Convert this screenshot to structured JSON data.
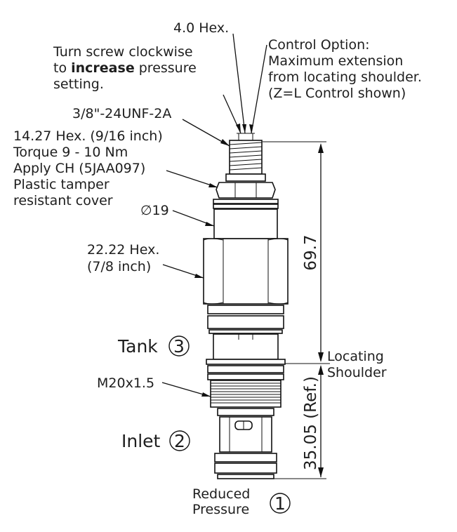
{
  "labels": {
    "hex_top": "4.0 Hex.",
    "turn_screw_line1": "Turn screw clockwise",
    "turn_screw_to": "to ",
    "turn_screw_bold": "increase",
    "turn_screw_rest": " pressure",
    "turn_screw_line3": "setting.",
    "control_line1": "Control Option:",
    "control_line2": "Maximum extension",
    "control_line3": "from locating shoulder.",
    "control_line4": "(Z=L Control shown)",
    "thread_top": "3/8\"-24UNF-2A",
    "hex14_line1": "14.27 Hex. (9/16 inch)",
    "hex14_line2": "Torque 9 - 10 Nm",
    "hex14_line3": "Apply CH (5JAA097)",
    "hex14_line4": "Plastic tamper",
    "hex14_line5": "resistant cover",
    "dia19": "∅19",
    "hex22_line1": "22.22 Hex.",
    "hex22_line2": "(7/8 inch)",
    "tank": "Tank",
    "tank_port": "3",
    "thread_m20": "M20x1.5",
    "inlet": "Inlet",
    "inlet_port": "2",
    "reduced_line1": "Reduced",
    "reduced_line2": "Pressure",
    "reduced_port": "1",
    "locating_line1": "Locating",
    "locating_line2": "Shoulder",
    "dim_69": "69.7",
    "dim_35": "35.05 (Ref.)"
  }
}
